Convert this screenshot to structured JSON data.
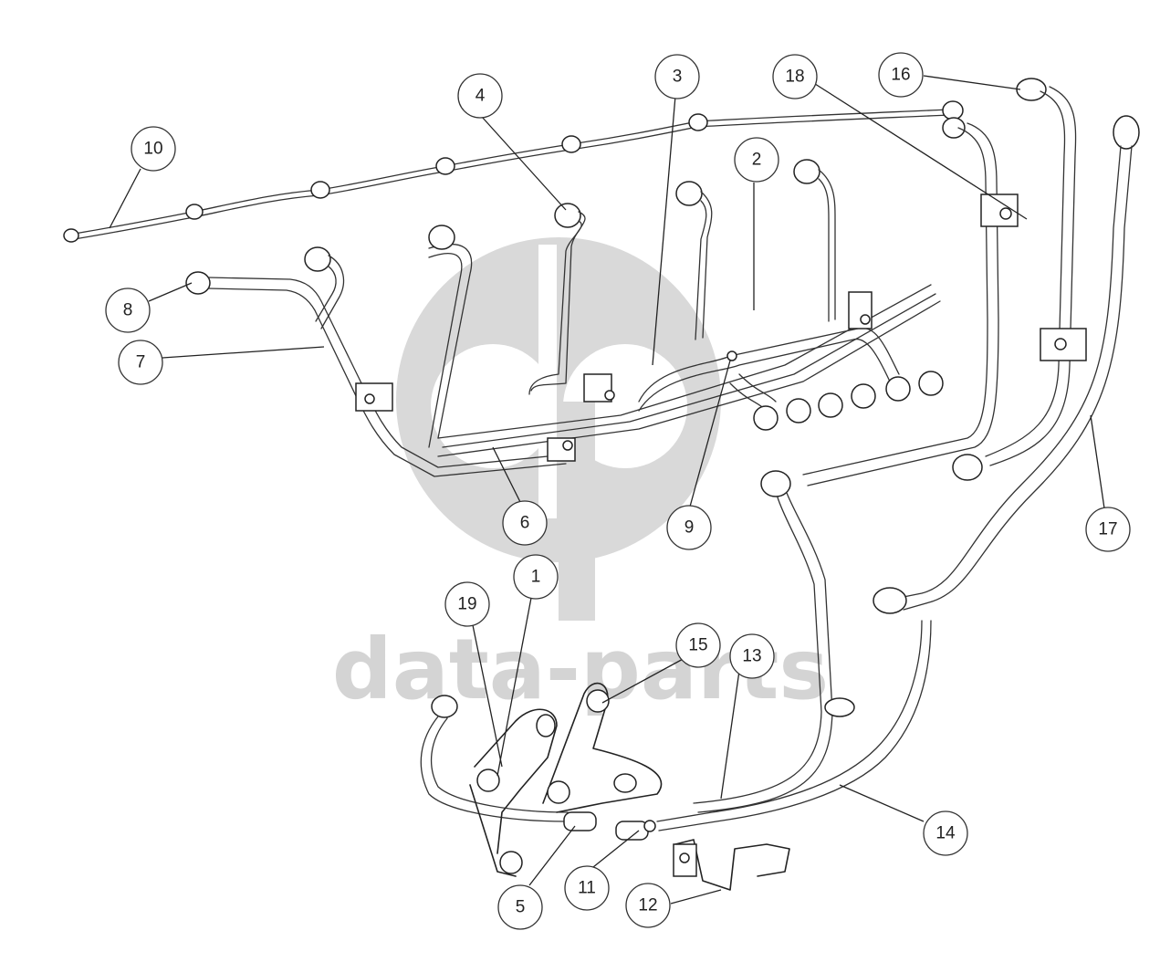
{
  "watermark": {
    "text": "data-parts",
    "color": "#d4d4d4"
  },
  "callouts": [
    {
      "id": "c1",
      "label": "1"
    },
    {
      "id": "c2",
      "label": "2"
    },
    {
      "id": "c3",
      "label": "3"
    },
    {
      "id": "c4",
      "label": "4"
    },
    {
      "id": "c5",
      "label": "5"
    },
    {
      "id": "c6",
      "label": "6"
    },
    {
      "id": "c7",
      "label": "7"
    },
    {
      "id": "c8",
      "label": "8"
    },
    {
      "id": "c9",
      "label": "9"
    },
    {
      "id": "c10",
      "label": "10"
    },
    {
      "id": "c11",
      "label": "11"
    },
    {
      "id": "c12",
      "label": "12"
    },
    {
      "id": "c13",
      "label": "13"
    },
    {
      "id": "c14",
      "label": "14"
    },
    {
      "id": "c15",
      "label": "15"
    },
    {
      "id": "c16",
      "label": "16"
    },
    {
      "id": "c17",
      "label": "17"
    },
    {
      "id": "c18",
      "label": "18"
    },
    {
      "id": "c19",
      "label": "19"
    }
  ]
}
